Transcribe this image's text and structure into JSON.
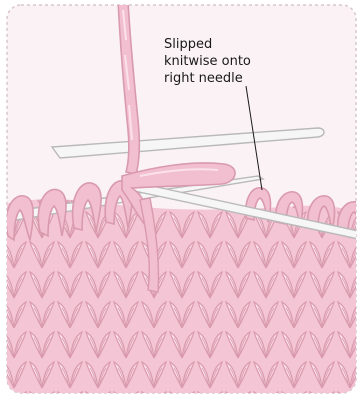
{
  "callout": {
    "lines": [
      "Slipped",
      "knitwise onto",
      "right needle"
    ]
  },
  "icons": {
    "illustration": "knitting-slip-stitch-illustration"
  },
  "colors": {
    "page": "#ffffff",
    "panel": "#fbf2f6",
    "panel_border": "#d8c7ce",
    "yarn": "#f2bfd0",
    "yarn_shadow": "#d99aae",
    "yarn_highlight": "#fbe2ea",
    "needle_fill": "#f6f6f6",
    "needle_stroke": "#b9b9b9",
    "leader": "#1a1a1a",
    "text": "#1a1a1a"
  }
}
